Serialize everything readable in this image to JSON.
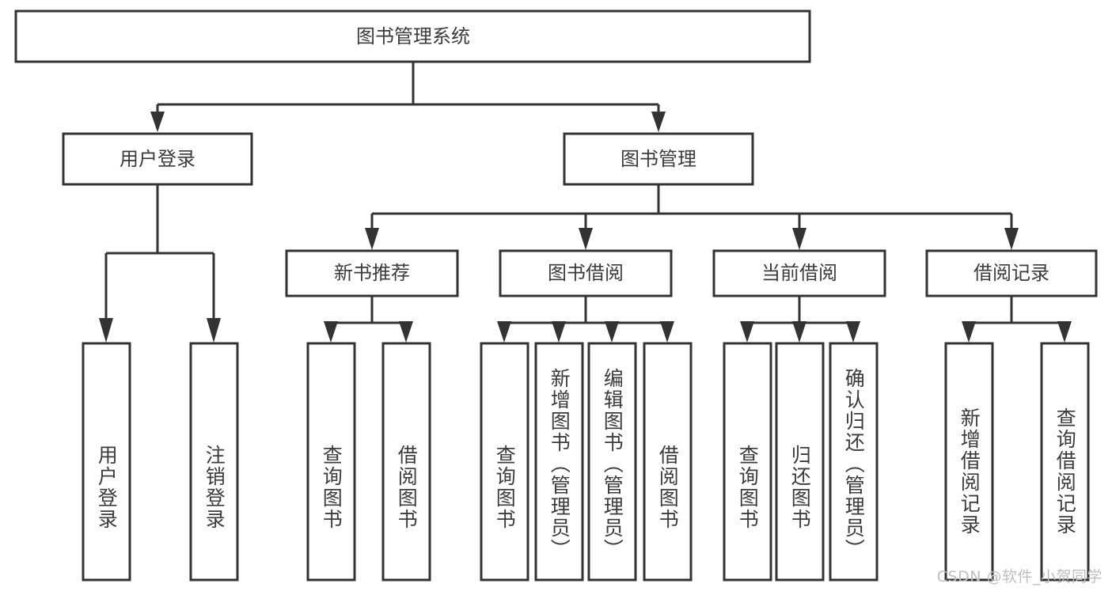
{
  "diagram": {
    "type": "tree-hierarchy",
    "title": "图书管理系统",
    "watermark": "CSDN @软件_小贺同学",
    "colors": {
      "stroke": "#333333",
      "text": "#3b3b3b",
      "background": "#ffffff",
      "watermark": "#bfbfbf"
    },
    "levels": {
      "root": {
        "label": "图书管理系统"
      },
      "level2": [
        {
          "id": "user-login",
          "label": "用户登录"
        },
        {
          "id": "book-management",
          "label": "图书管理"
        }
      ],
      "level3": [
        {
          "id": "new-book-recommend",
          "label": "新书推荐",
          "parent": "book-management"
        },
        {
          "id": "book-borrow",
          "label": "图书借阅",
          "parent": "book-management"
        },
        {
          "id": "current-borrow",
          "label": "当前借阅",
          "parent": "book-management"
        },
        {
          "id": "borrow-record",
          "label": "借阅记录",
          "parent": "book-management"
        }
      ],
      "leaves": [
        {
          "id": "leaf-user-login",
          "label": "用户登录",
          "parent": "user-login"
        },
        {
          "id": "leaf-user-logout",
          "label": "注销登录",
          "parent": "user-login"
        },
        {
          "id": "leaf-query-book-1",
          "label": "查询图书",
          "parent": "new-book-recommend"
        },
        {
          "id": "leaf-borrow-book-1",
          "label": "借阅图书",
          "parent": "new-book-recommend"
        },
        {
          "id": "leaf-query-book-2",
          "label": "查询图书",
          "parent": "book-borrow"
        },
        {
          "id": "leaf-add-book",
          "label": "新增图书（管理员）",
          "parent": "book-borrow"
        },
        {
          "id": "leaf-edit-book",
          "label": "编辑图书（管理员）",
          "parent": "book-borrow"
        },
        {
          "id": "leaf-borrow-book-2",
          "label": "借阅图书",
          "parent": "book-borrow"
        },
        {
          "id": "leaf-query-book-3",
          "label": "查询图书",
          "parent": "current-borrow"
        },
        {
          "id": "leaf-return-book",
          "label": "归还图书",
          "parent": "current-borrow"
        },
        {
          "id": "leaf-confirm-return",
          "label": "确认归还（管理员）",
          "parent": "current-borrow"
        },
        {
          "id": "leaf-add-record",
          "label": "新增借阅记录",
          "parent": "borrow-record"
        },
        {
          "id": "leaf-query-record",
          "label": "查询借阅记录",
          "parent": "borrow-record"
        }
      ]
    }
  }
}
